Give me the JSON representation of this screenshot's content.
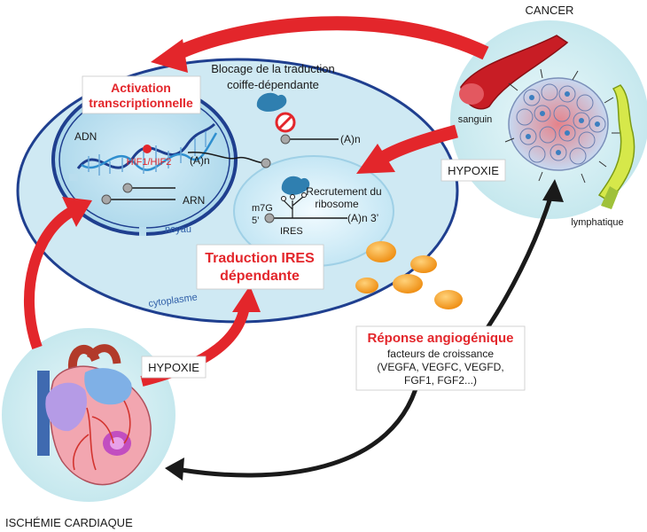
{
  "labels": {
    "cancer": "CANCER",
    "ischemie": "ISCHÉMIE CARDIAQUE",
    "sanguin": "sanguin",
    "lymphatique": "lymphatique",
    "hypoxie_cancer": "HYPOXIE",
    "hypoxie_heart": "HYPOXIE",
    "blocage_line1": "Blocage de la traduction",
    "blocage_line2": "coiffe-dépendante",
    "activation_line1": "Activation",
    "activation_line2": "transcriptionnelle",
    "adn": "ADN",
    "hif": "HIF1/HIF2",
    "arn": "ARN",
    "noyau": "noyau",
    "cytoplasme": "cytoplasme",
    "polyA_top": "(A)n",
    "polyA_mid": "(A)n",
    "recrutement_line1": "Recrutement du",
    "recrutement_line2": "ribosome",
    "m7g": "m7G",
    "five_prime": "5’",
    "ires": "IRES",
    "polyA_three": "(A)n 3’",
    "traduction_line1": "Traduction IRES",
    "traduction_line2": "dépendante",
    "reponse_title": "Réponse angiogénique",
    "reponse_line1": "facteurs de croissance",
    "reponse_line2": "(VEGFA, VEGFC, VEGFD,",
    "reponse_line3": "FGF1, FGF2...)"
  },
  "colors": {
    "red": "#e3262b",
    "cell_fill": "#cde8f3",
    "cell_border": "#1f3f8f",
    "nucleus_fill": "#b9ddee",
    "circle_fill": "#d4eef2",
    "orange": "#f5a623",
    "dark": "#1a1a1a"
  }
}
